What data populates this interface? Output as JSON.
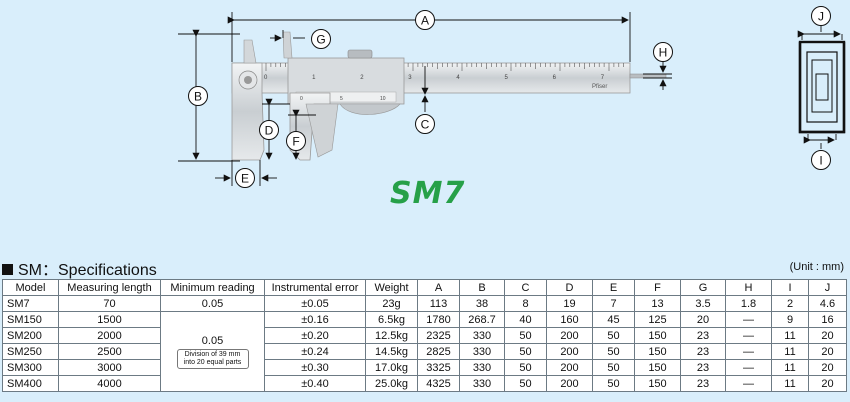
{
  "diagram": {
    "labels": [
      "A",
      "B",
      "C",
      "D",
      "E",
      "F",
      "G",
      "H",
      "I",
      "J"
    ],
    "scale_numbers": [
      "0",
      "1",
      "2",
      "3",
      "4",
      "5",
      "6",
      "7"
    ],
    "vernier_numbers": [
      "0",
      "5",
      "10"
    ],
    "brand_text": "Pfiser"
  },
  "model_title": "SM7",
  "spec": {
    "title": "SM：Specifications",
    "unit": "(Unit : mm)",
    "headers": [
      "Model",
      "Measuring length",
      "Minimum reading",
      "Instrumental error",
      "Weight",
      "A",
      "B",
      "C",
      "D",
      "E",
      "F",
      "G",
      "H",
      "I",
      "J"
    ],
    "rows": [
      {
        "model": "SM7",
        "length": "70",
        "min_reading": "0.05",
        "error": "±0.05",
        "weight": "23g",
        "A": "113",
        "B": "38",
        "C": "8",
        "D": "19",
        "E": "7",
        "F": "13",
        "G": "3.5",
        "H": "1.8",
        "I": "2",
        "J": "4.6"
      },
      {
        "model": "SM150",
        "length": "1500",
        "error": "±0.16",
        "weight": "6.5kg",
        "A": "1780",
        "B": "268.7",
        "C": "40",
        "D": "160",
        "E": "45",
        "F": "125",
        "G": "20",
        "H": "—",
        "I": "9",
        "J": "16"
      },
      {
        "model": "SM200",
        "length": "2000",
        "error": "±0.20",
        "weight": "12.5kg",
        "A": "2325",
        "B": "330",
        "C": "50",
        "D": "200",
        "E": "50",
        "F": "150",
        "G": "23",
        "H": "—",
        "I": "11",
        "J": "20"
      },
      {
        "model": "SM250",
        "length": "2500",
        "error": "±0.24",
        "weight": "14.5kg",
        "A": "2825",
        "B": "330",
        "C": "50",
        "D": "200",
        "E": "50",
        "F": "150",
        "G": "23",
        "H": "—",
        "I": "11",
        "J": "20"
      },
      {
        "model": "SM300",
        "length": "3000",
        "error": "±0.30",
        "weight": "17.0kg",
        "A": "3325",
        "B": "330",
        "C": "50",
        "D": "200",
        "E": "50",
        "F": "150",
        "G": "23",
        "H": "—",
        "I": "11",
        "J": "20"
      },
      {
        "model": "SM400",
        "length": "4000",
        "error": "±0.40",
        "weight": "25.0kg",
        "A": "4325",
        "B": "330",
        "C": "50",
        "D": "200",
        "E": "50",
        "F": "150",
        "G": "23",
        "H": "—",
        "I": "11",
        "J": "20"
      }
    ],
    "merged_min_reading": "0.05",
    "merged_note": "Division of 39 mm into 20 equal parts"
  }
}
